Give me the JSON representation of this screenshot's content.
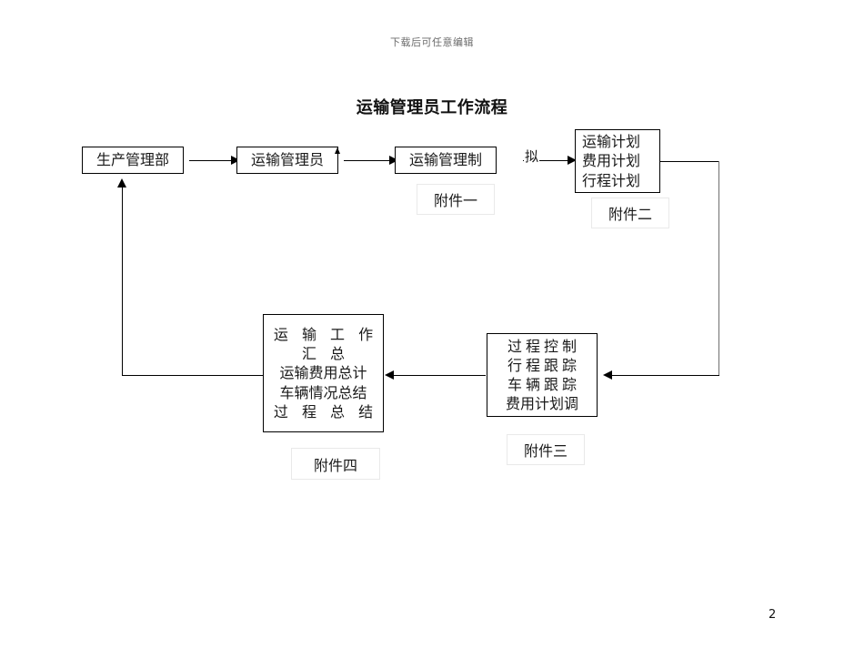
{
  "document": {
    "header_note": "下载后可任意编辑",
    "page_number": "2"
  },
  "flowchart": {
    "title": "运输管理员工作流程",
    "nodes": {
      "production_dept": {
        "lines": [
          "生产管理部"
        ]
      },
      "transport_manager": {
        "lines": [
          "运输管理员"
        ]
      },
      "transport_system": {
        "lines": [
          "运输管理制"
        ]
      },
      "plans": {
        "lines": [
          "运输计划",
          "费用计划",
          "行程计划"
        ]
      },
      "process_control": {
        "lines": [
          "过程控制",
          "行程跟踪",
          "车辆跟踪",
          "费用计划调"
        ]
      },
      "summary": {
        "lines": [
          "运 输 工 作",
          "汇 总",
          "运输费用总计",
          "车辆情况总结",
          "过 程 总 结"
        ]
      }
    },
    "edge_labels": {
      "draft": "拟"
    },
    "attachments": {
      "one": "附件一",
      "two": "附件二",
      "three": "附件三",
      "four": "附件四"
    },
    "colors": {
      "stroke": "#000000",
      "background": "#ffffff",
      "text": "#1a1a1a",
      "attachment_border": "#e9e9e9",
      "header_note": "#6b6b6b"
    }
  }
}
